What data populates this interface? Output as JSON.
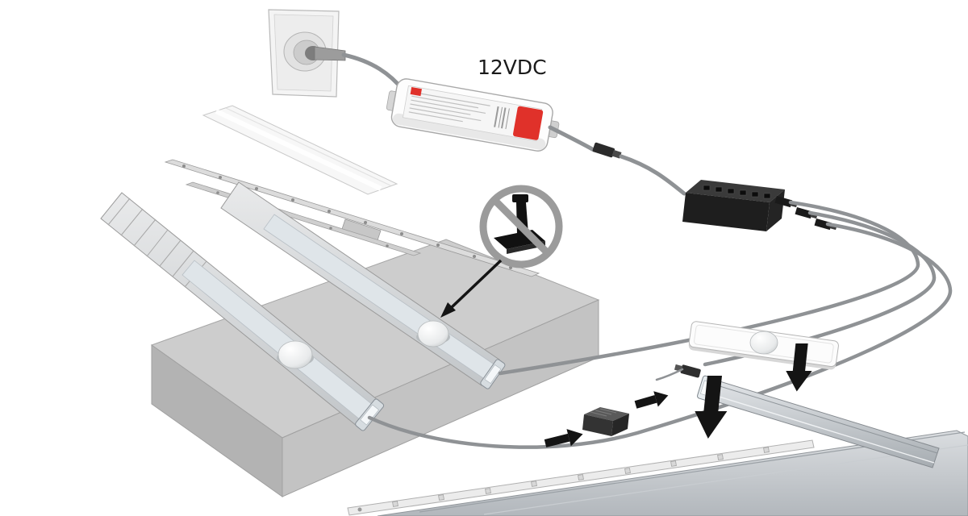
{
  "figure": {
    "kind": "led-lighting-installation-diagram",
    "background": "#ffffff"
  },
  "labels": {
    "power_rating": "12VDC"
  },
  "colors": {
    "accent_red": "#e0312a",
    "cable_gray": "#8f9295",
    "arrow_black": "#141414",
    "board_top": "#cdcdcd",
    "board_left": "#b3b3b3",
    "board_front": "#c3c3c3",
    "prohibition_gray": "#9b9b9b",
    "connector_black": "#1e1e1e"
  },
  "icons": [
    {
      "name": "no-press-tool-icon",
      "meaning": "prohibition sign: do not press tool on sensor dome"
    },
    {
      "name": "pointer-arrow-icon",
      "meaning": "points from prohibition sign to the sensor dome"
    },
    {
      "name": "down-arrow-icon",
      "meaning": "insert light module down into aluminium profile"
    },
    {
      "name": "right-arrow-icon",
      "meaning": "slide connector clip into place"
    }
  ],
  "components": [
    "wall-outlet",
    "led-driver",
    "inline-connector",
    "distributor-block",
    "diffuser-cover",
    "mounting-rail",
    "mounting-board",
    "aluminium-profile-with-sensor-dome",
    "light-module",
    "module-channel",
    "led-strip",
    "strip-connector-block"
  ]
}
